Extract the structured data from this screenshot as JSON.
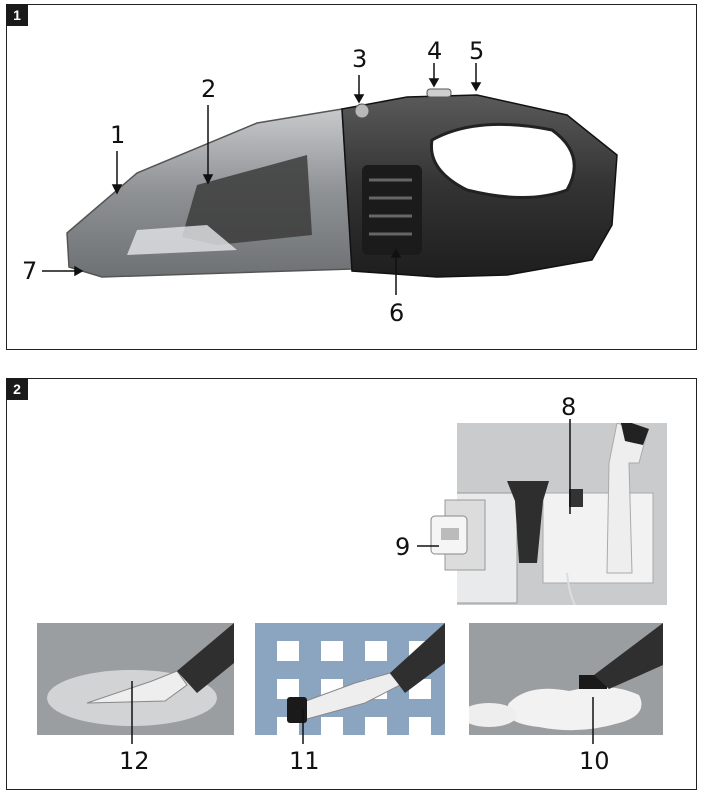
{
  "figure1": {
    "badge": "1",
    "callouts": {
      "c1": "1",
      "c2": "2",
      "c3": "3",
      "c4": "4",
      "c5": "5",
      "c6": "6",
      "c7": "7"
    }
  },
  "figure2": {
    "badge": "2",
    "callouts": {
      "c8": "8",
      "c9": "9",
      "c10": "10",
      "c11": "11",
      "c12": "12"
    }
  },
  "colors": {
    "body_dark": "#3b3b3b",
    "container_gray": "#8c8f92",
    "wall_gray": "#c9cbcc",
    "tablecloth_blue": "#6f8fb2",
    "floor_gray": "#9a9ea1"
  }
}
